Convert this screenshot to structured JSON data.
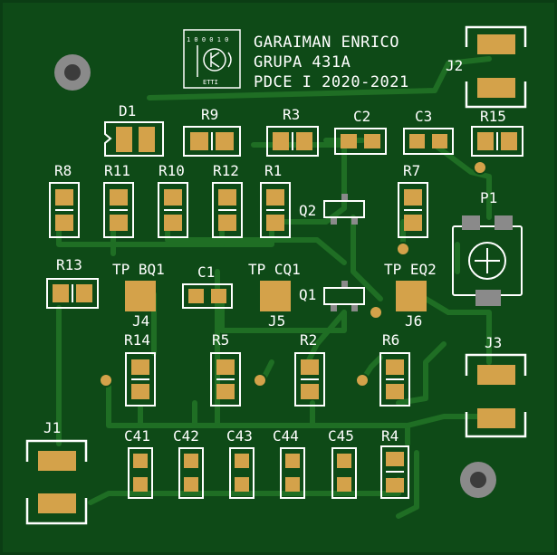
{
  "board": {
    "title_lines": [
      "GARAIMAN ENRICO",
      "GRUPA 431A",
      "PDCE I 2020-2021"
    ],
    "logo": {
      "bits": "1 0 0 0 1 0",
      "caption": "ETTI",
      "icon": "transistor-logo-icon"
    }
  },
  "colors": {
    "board": "#0e4a17",
    "copper": "#1d6b22",
    "pad": "#d4a24a",
    "pad_gray": "#8a8a8a",
    "silkscreen": "#ffffff"
  },
  "labels": {
    "D1": "D1",
    "R9": "R9",
    "R3": "R3",
    "C2": "C2",
    "C3": "C3",
    "R15": "R15",
    "J2": "J2",
    "R8": "R8",
    "R11": "R11",
    "R10": "R10",
    "R12": "R12",
    "R1": "R1",
    "R7": "R7",
    "Q2": "Q2",
    "P1": "P1",
    "R13": "R13",
    "TPBQ1": "TP BQ1",
    "C1": "C1",
    "TPCQ1": "TP CQ1",
    "TPEQ2": "TP EQ2",
    "Q1": "Q1",
    "J4": "J4",
    "J5": "J5",
    "J6": "J6",
    "R14": "R14",
    "R5": "R5",
    "R2": "R2",
    "R6": "R6",
    "J3": "J3",
    "J1": "J1",
    "C41": "C41",
    "C42": "C42",
    "C43": "C43",
    "C44": "C44",
    "C45": "C45",
    "R4": "R4"
  }
}
